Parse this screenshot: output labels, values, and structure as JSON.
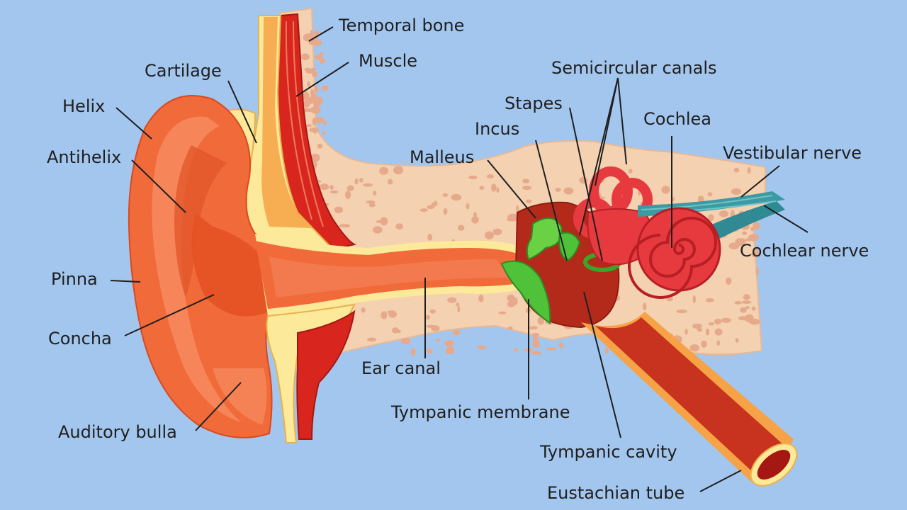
{
  "colors": {
    "background": "#a3c6ee",
    "bone": "#f3d1b1",
    "bone_pore": "#e7a98c",
    "ear_skin": "#f16a3a",
    "canal_red": "#c8331f",
    "muscle_red": "#d8261e",
    "cartilage_yellow": "#fde99a",
    "eardrum_green": "#4fc23a",
    "cochlea_red": "#e73a3f",
    "nerve_teal": "#3c9aa3",
    "label_text": "#1f1f1f"
  },
  "labels": {
    "temporal_bone": "Temporal bone",
    "muscle": "Muscle",
    "cartilage": "Cartilage",
    "helix": "Helix",
    "antihelix": "Antihelix",
    "pinna": "Pinna",
    "concha": "Concha",
    "auditory_bulla": "Auditory bulla",
    "ear_canal": "Ear canal",
    "tympanic_membrane": "Tympanic membrane",
    "tympanic_cavity": "Tympanic cavity",
    "eustachian_tube": "Eustachian tube",
    "semicircular_canals": "Semicircular canals",
    "stapes": "Stapes",
    "incus": "Incus",
    "malleus": "Malleus",
    "cochlea": "Cochlea",
    "vestibular_nerve": "Vestibular nerve",
    "cochlear_nerve": "Cochlear nerve"
  }
}
